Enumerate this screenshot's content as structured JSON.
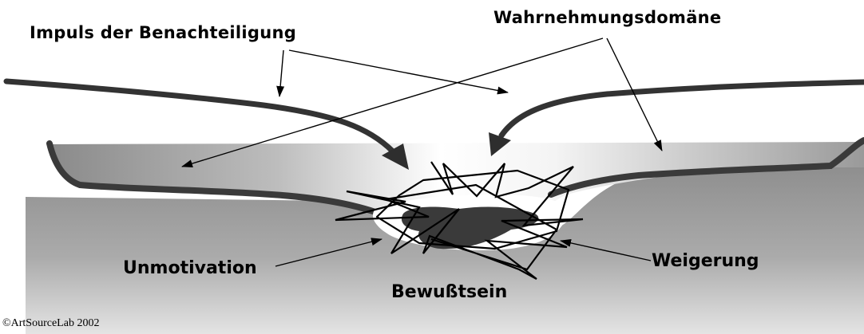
{
  "labels": {
    "impuls": "Impuls der Benachteiligung",
    "wahrnehmung": "Wahrnehmungsdomäne",
    "unmotivation": "Unmotivation",
    "weigerung": "Weigerung",
    "bewusstsein": "Bewußtsein"
  },
  "copyright": "©ArtSourceLab 2002"
}
